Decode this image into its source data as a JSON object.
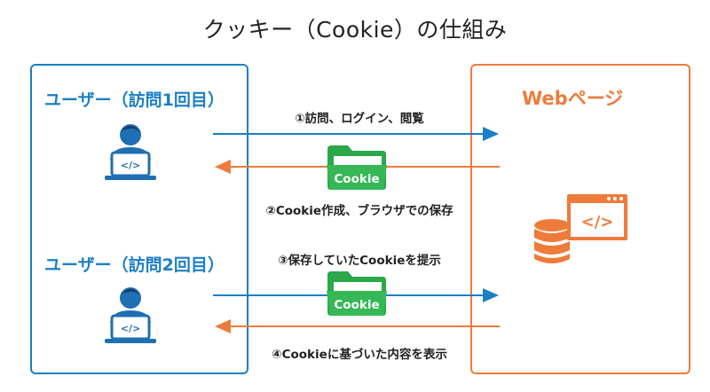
{
  "title": "クッキー（Cookie）の仕組み",
  "user": {
    "visit1_label": "ユーザー（訪問1回目）",
    "visit2_label": "ユーザー（訪問2回目）"
  },
  "web": {
    "label": "Webページ"
  },
  "steps": [
    "①訪問、ログイン、閲覧",
    "②Cookie作成、ブラウザでの保存",
    "③保存していたCookieを提示",
    "④Cookieに基づいた内容を表示"
  ],
  "folder": {
    "label": "Cookie"
  },
  "colors": {
    "blue": "#1a7fc6",
    "orange": "#ee7b3a",
    "green": "#2aa84a",
    "user_icon": "#1f6fb2"
  },
  "icons": [
    "user-computer-icon",
    "cookie-folder-icon",
    "database-icon",
    "code-window-icon"
  ]
}
